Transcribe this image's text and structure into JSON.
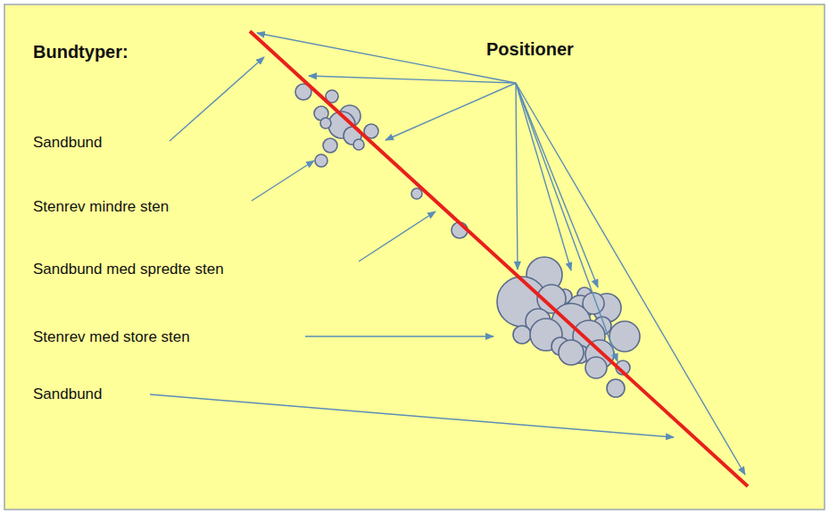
{
  "diagram": {
    "labels": [
      "Bundtyper:",
      "Positioner",
      "Sandbund",
      "Stenrev mindre sten",
      "Sandbund med spredte sten",
      "Stenrev med store sten",
      "Sandbund"
    ]
  }
}
